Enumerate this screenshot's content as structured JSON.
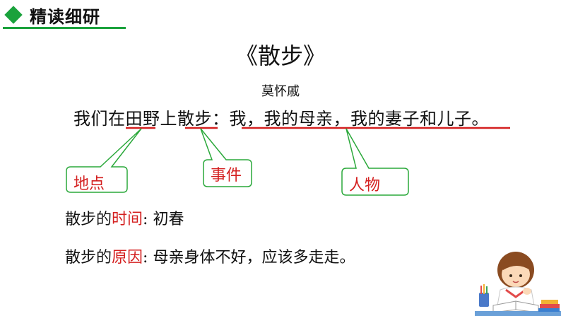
{
  "header": {
    "title": "精读细研"
  },
  "poem": {
    "title": "《散步》",
    "author": "莫怀戚"
  },
  "sentence": {
    "text": "我们在田野上散步：我，我的母亲，我的妻子和儿子。"
  },
  "callouts": [
    {
      "label": "地点"
    },
    {
      "label": "事件"
    },
    {
      "label": "人物"
    }
  ],
  "facts": [
    {
      "prefix": "散步的",
      "key": "时间",
      "sep": ":",
      "value": "初春"
    },
    {
      "prefix": "散步的",
      "key": "原因",
      "sep": ":",
      "value": "母亲身体不好，应该多走走。"
    }
  ],
  "colors": {
    "accent_green": "#1aa23c",
    "highlight_red": "#d42020"
  },
  "icons": [
    "diamond-bullet-icon",
    "reading-child-illustration"
  ]
}
